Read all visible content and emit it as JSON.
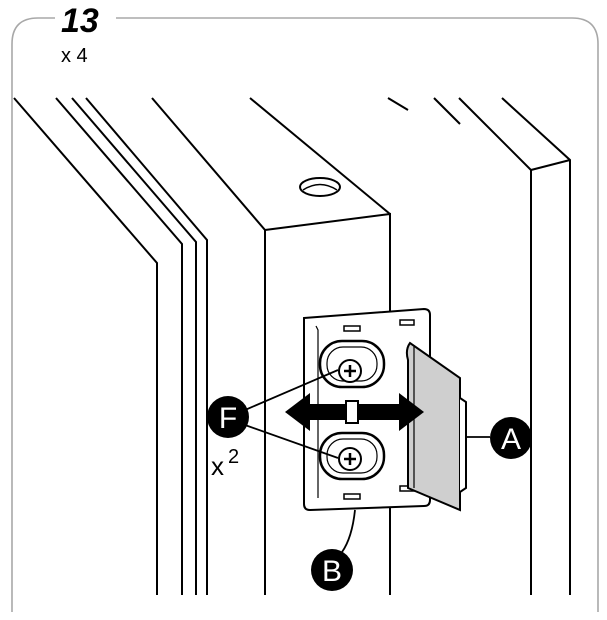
{
  "step": {
    "number": "13",
    "quantity": "x 4"
  },
  "callouts": {
    "fastener_label": "F",
    "fastener_quantity_x": "x",
    "fastener_quantity_n": "2",
    "plate_label": "A",
    "bracket_label": "B"
  },
  "colors": {
    "ink": "#000000",
    "paper": "#ffffff",
    "plate_fill": "#cfcfcf",
    "frame_stroke": "#a8a8a8"
  }
}
